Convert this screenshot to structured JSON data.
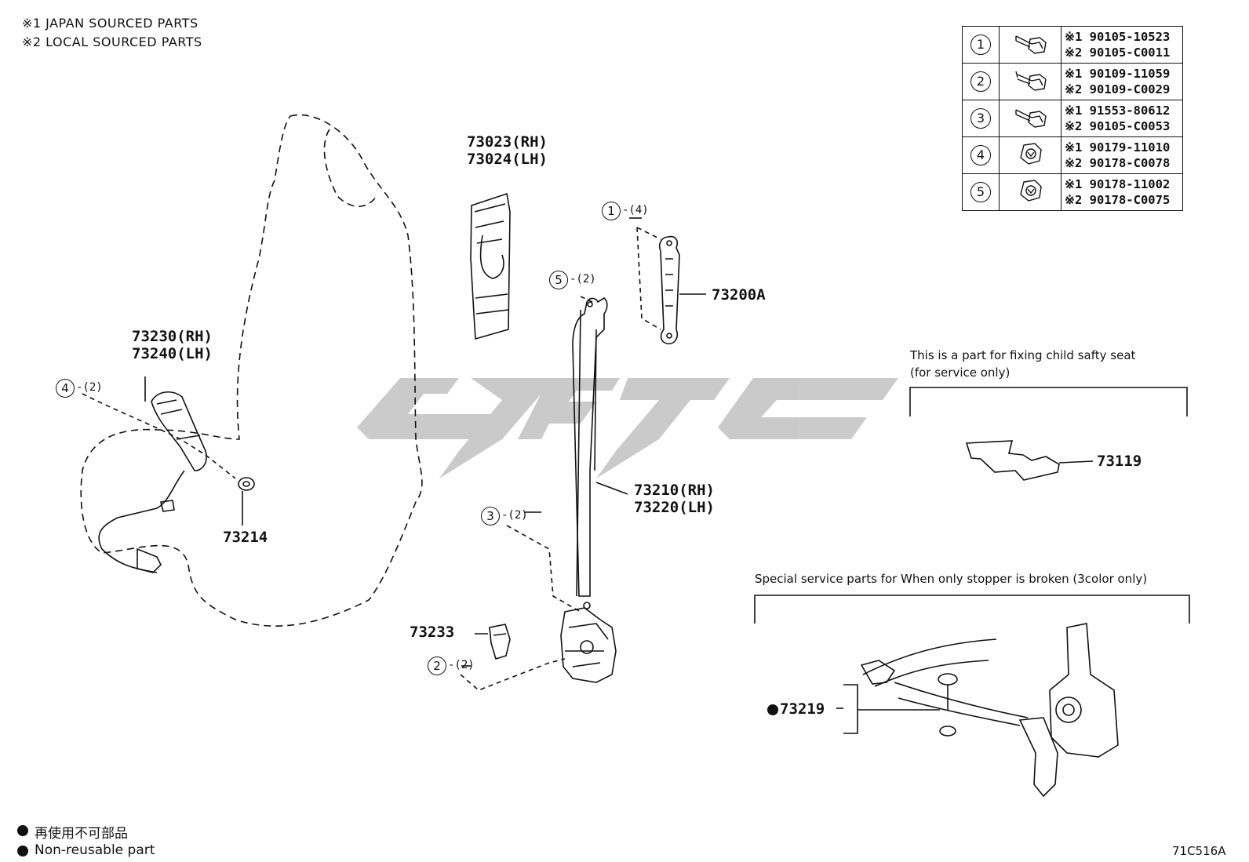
{
  "notes": {
    "japan": "※1  JAPAN SOURCED PARTS",
    "local": "※2  LOCAL SOURCED PARTS"
  },
  "fasteners": [
    {
      "num": "1",
      "icon": "bolt-icon",
      "japan_pn": "※1 90105-10523",
      "local_pn": "※2 90105-C0011"
    },
    {
      "num": "2",
      "icon": "bolt-icon",
      "japan_pn": "※1 90109-11059",
      "local_pn": "※2 90109-C0029"
    },
    {
      "num": "3",
      "icon": "bolt-icon",
      "japan_pn": "※1 91553-80612",
      "local_pn": "※2 90105-C0053"
    },
    {
      "num": "4",
      "icon": "nut-icon",
      "japan_pn": "※1 90179-11010",
      "local_pn": "※2 90178-C0078"
    },
    {
      "num": "5",
      "icon": "nut-icon",
      "japan_pn": "※1 90178-11002",
      "local_pn": "※2 90178-C0075"
    }
  ],
  "parts": {
    "p73023": "73023(RH)",
    "p73024": "73024(LH)",
    "p73230": "73230(RH)",
    "p73240": "73240(LH)",
    "p73214": "73214",
    "p73200a": "73200A",
    "p73210": "73210(RH)",
    "p73220": "73220(LH)",
    "p73233": "73233",
    "p73119": "73119",
    "p73219": "73219"
  },
  "callouts": {
    "c1": {
      "num": "1",
      "qty": "-(4)"
    },
    "c2": {
      "num": "2",
      "qty": "-(2)"
    },
    "c3": {
      "num": "3",
      "qty": "-(2)"
    },
    "c4": {
      "num": "4",
      "qty": "-(2)"
    },
    "c5": {
      "num": "5",
      "qty": "-(2)"
    }
  },
  "child_seat": {
    "line1": "This is a part for fixing child safty seat",
    "line2": "(for service only)"
  },
  "special_service": "Special service parts for When only stopper is broken (3color only)",
  "legend": {
    "jp": "再使用不可部品",
    "en": "Non-reusable part"
  },
  "figure_code": "71C516A",
  "colors": {
    "ink": "#111111",
    "watermark": "#c8c8c8"
  }
}
